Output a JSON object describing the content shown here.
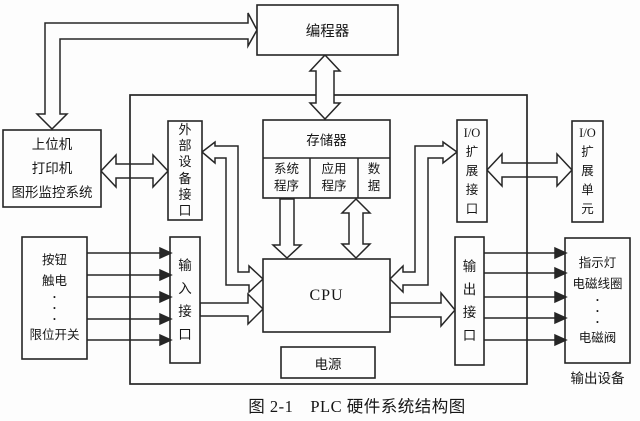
{
  "diagram": {
    "caption": "图 2-1　PLC 硬件系统结构图",
    "line_color": "#262626",
    "background_color": "#fdfdfd"
  },
  "boxes": {
    "programmer": {
      "label": "编程器"
    },
    "host": {
      "lines": [
        "上位机",
        "打印机",
        "图形监控系统"
      ]
    },
    "external_device_interface": {
      "lines": [
        "外",
        "部",
        "设",
        "备",
        "接",
        "口"
      ]
    },
    "memory": {
      "title": "存储器",
      "cells": [
        {
          "lines": [
            "系统",
            "程序"
          ]
        },
        {
          "lines": [
            "应用",
            "程序"
          ]
        },
        {
          "lines": [
            "数",
            "据"
          ]
        }
      ]
    },
    "io_expansion_interface": {
      "lines": [
        "I/O",
        "扩",
        "展",
        "接",
        "口"
      ]
    },
    "io_expansion_unit": {
      "lines": [
        "I/O",
        "扩",
        "展",
        "单",
        "元"
      ]
    },
    "input_devices": {
      "lines": [
        "按钮",
        "触电",
        "·",
        "·",
        "·",
        "限位开关"
      ]
    },
    "input_interface": {
      "lines": [
        "输",
        "入",
        "接",
        "口"
      ]
    },
    "cpu": {
      "label": "CPU"
    },
    "power": {
      "label": "电源"
    },
    "output_interface": {
      "lines": [
        "输",
        "出",
        "接",
        "口"
      ]
    },
    "output_devices": {
      "lines": [
        "指示灯",
        "电磁线圈",
        "·",
        "·",
        "·",
        "电磁阀"
      ],
      "caption": "输出设备"
    }
  }
}
